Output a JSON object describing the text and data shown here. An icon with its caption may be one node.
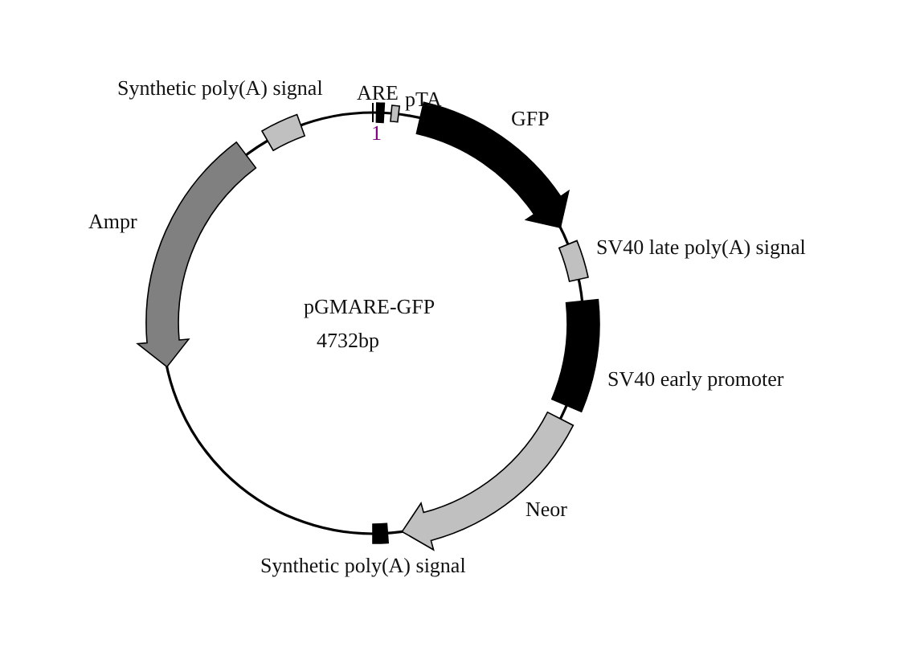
{
  "diagram": {
    "labels": [
      "Synthetic poly(A) signal",
      "ARE",
      "pTA",
      "1",
      "GFP",
      "Ampr",
      "SV40 late poly(A) signal",
      "pGMARE-GFP",
      "4732bp",
      "SV40 early promoter",
      "Neor",
      "Synthetic poly(A) signal"
    ]
  }
}
